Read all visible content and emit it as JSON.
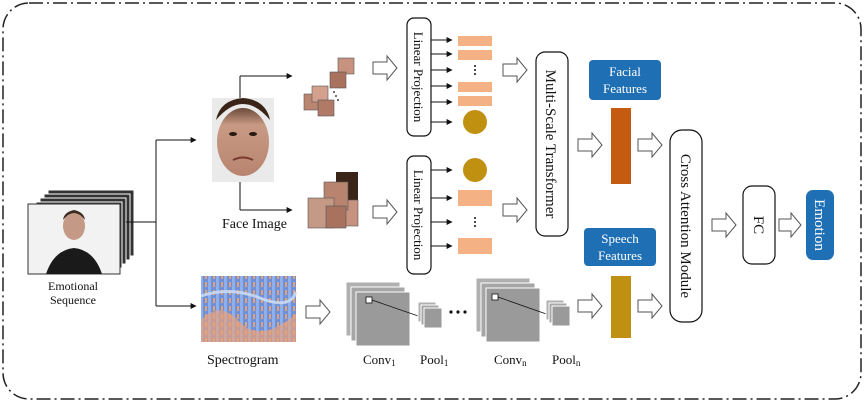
{
  "labels": {
    "emotional_sequence_line1": "Emotional",
    "emotional_sequence_line2": "Sequence",
    "face_image": "Face Image",
    "spectrogram": "Spectrogram",
    "linear_projection_top": "Linear Projection",
    "linear_projection_bottom": "Linear Projection",
    "multi_scale_transformer": "Multi-Scale Transformer",
    "facial_features_line1": "Facial",
    "facial_features_line2": "Features",
    "speech_features_line1": "Speech",
    "speech_features_line2": "Features",
    "cross_attention_module": "Cross Attention Module",
    "fc": "FC",
    "emotion": "Emotion",
    "conv1": "Conv",
    "conv1_sub": "1",
    "pool1": "Pool",
    "pool1_sub": "1",
    "convn": "Conv",
    "convn_sub": "n",
    "pooln": "Pool",
    "pooln_sub": "n"
  },
  "colors": {
    "token": "#f4b183",
    "cls_token": "#c09010",
    "facial_feature_bar": "#c55a11",
    "speech_feature_bar": "#c09010",
    "badge": "#1f6fb5",
    "conv_block": "#a6a6a6"
  }
}
